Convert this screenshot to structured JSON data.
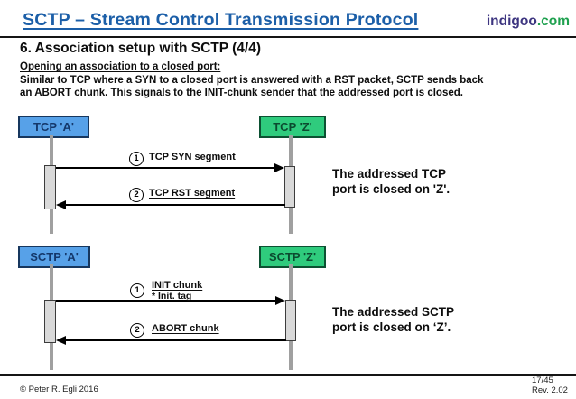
{
  "header": {
    "title": "SCTP – Stream Control Transmission Protocol",
    "brand_name": "indigoo",
    "brand_tld": ".com"
  },
  "slide": {
    "heading": "6. Association setup with SCTP (4/4)",
    "subheading": "Opening an association to a closed port:",
    "body_line1": "Similar to TCP where a SYN to a closed port is answered with a RST packet, SCTP sends back",
    "body_line2": "an ABORT chunk. This signals to the INIT-chunk sender that the addressed port is closed."
  },
  "diagrams": [
    {
      "name": "tcp",
      "actor_left": "TCP 'A'",
      "actor_right": "TCP 'Z'",
      "messages": [
        {
          "step": "1",
          "label": "TCP SYN segment",
          "note": "",
          "direction": "left-to-right"
        },
        {
          "step": "2",
          "label": "TCP RST segment",
          "note": "",
          "direction": "right-to-left"
        }
      ],
      "side_note_line1": "The addressed TCP",
      "side_note_line2": "port is closed on 'Z'."
    },
    {
      "name": "sctp",
      "actor_left": "SCTP 'A'",
      "actor_right": "SCTP 'Z'",
      "messages": [
        {
          "step": "1",
          "label": "INIT chunk",
          "note": "* Init. tag",
          "direction": "left-to-right"
        },
        {
          "step": "2",
          "label": "ABORT chunk",
          "note": "",
          "direction": "right-to-left"
        }
      ],
      "side_note_line1": "The addressed SCTP",
      "side_note_line2": "port is closed on ‘Z’."
    }
  ],
  "footer": {
    "copyright": "© Peter R. Egli 2016",
    "page": "17/45",
    "revision": "Rev. 2.02"
  },
  "colors": {
    "title_blue": "#1C5FA8",
    "brand_indigo": "#3D3580",
    "brand_green": "#1FA14F",
    "actor_blue_fill": "#57A1E8",
    "actor_blue_border": "#17375E",
    "actor_green_fill": "#2FCB7D",
    "actor_green_border": "#0C5132"
  }
}
